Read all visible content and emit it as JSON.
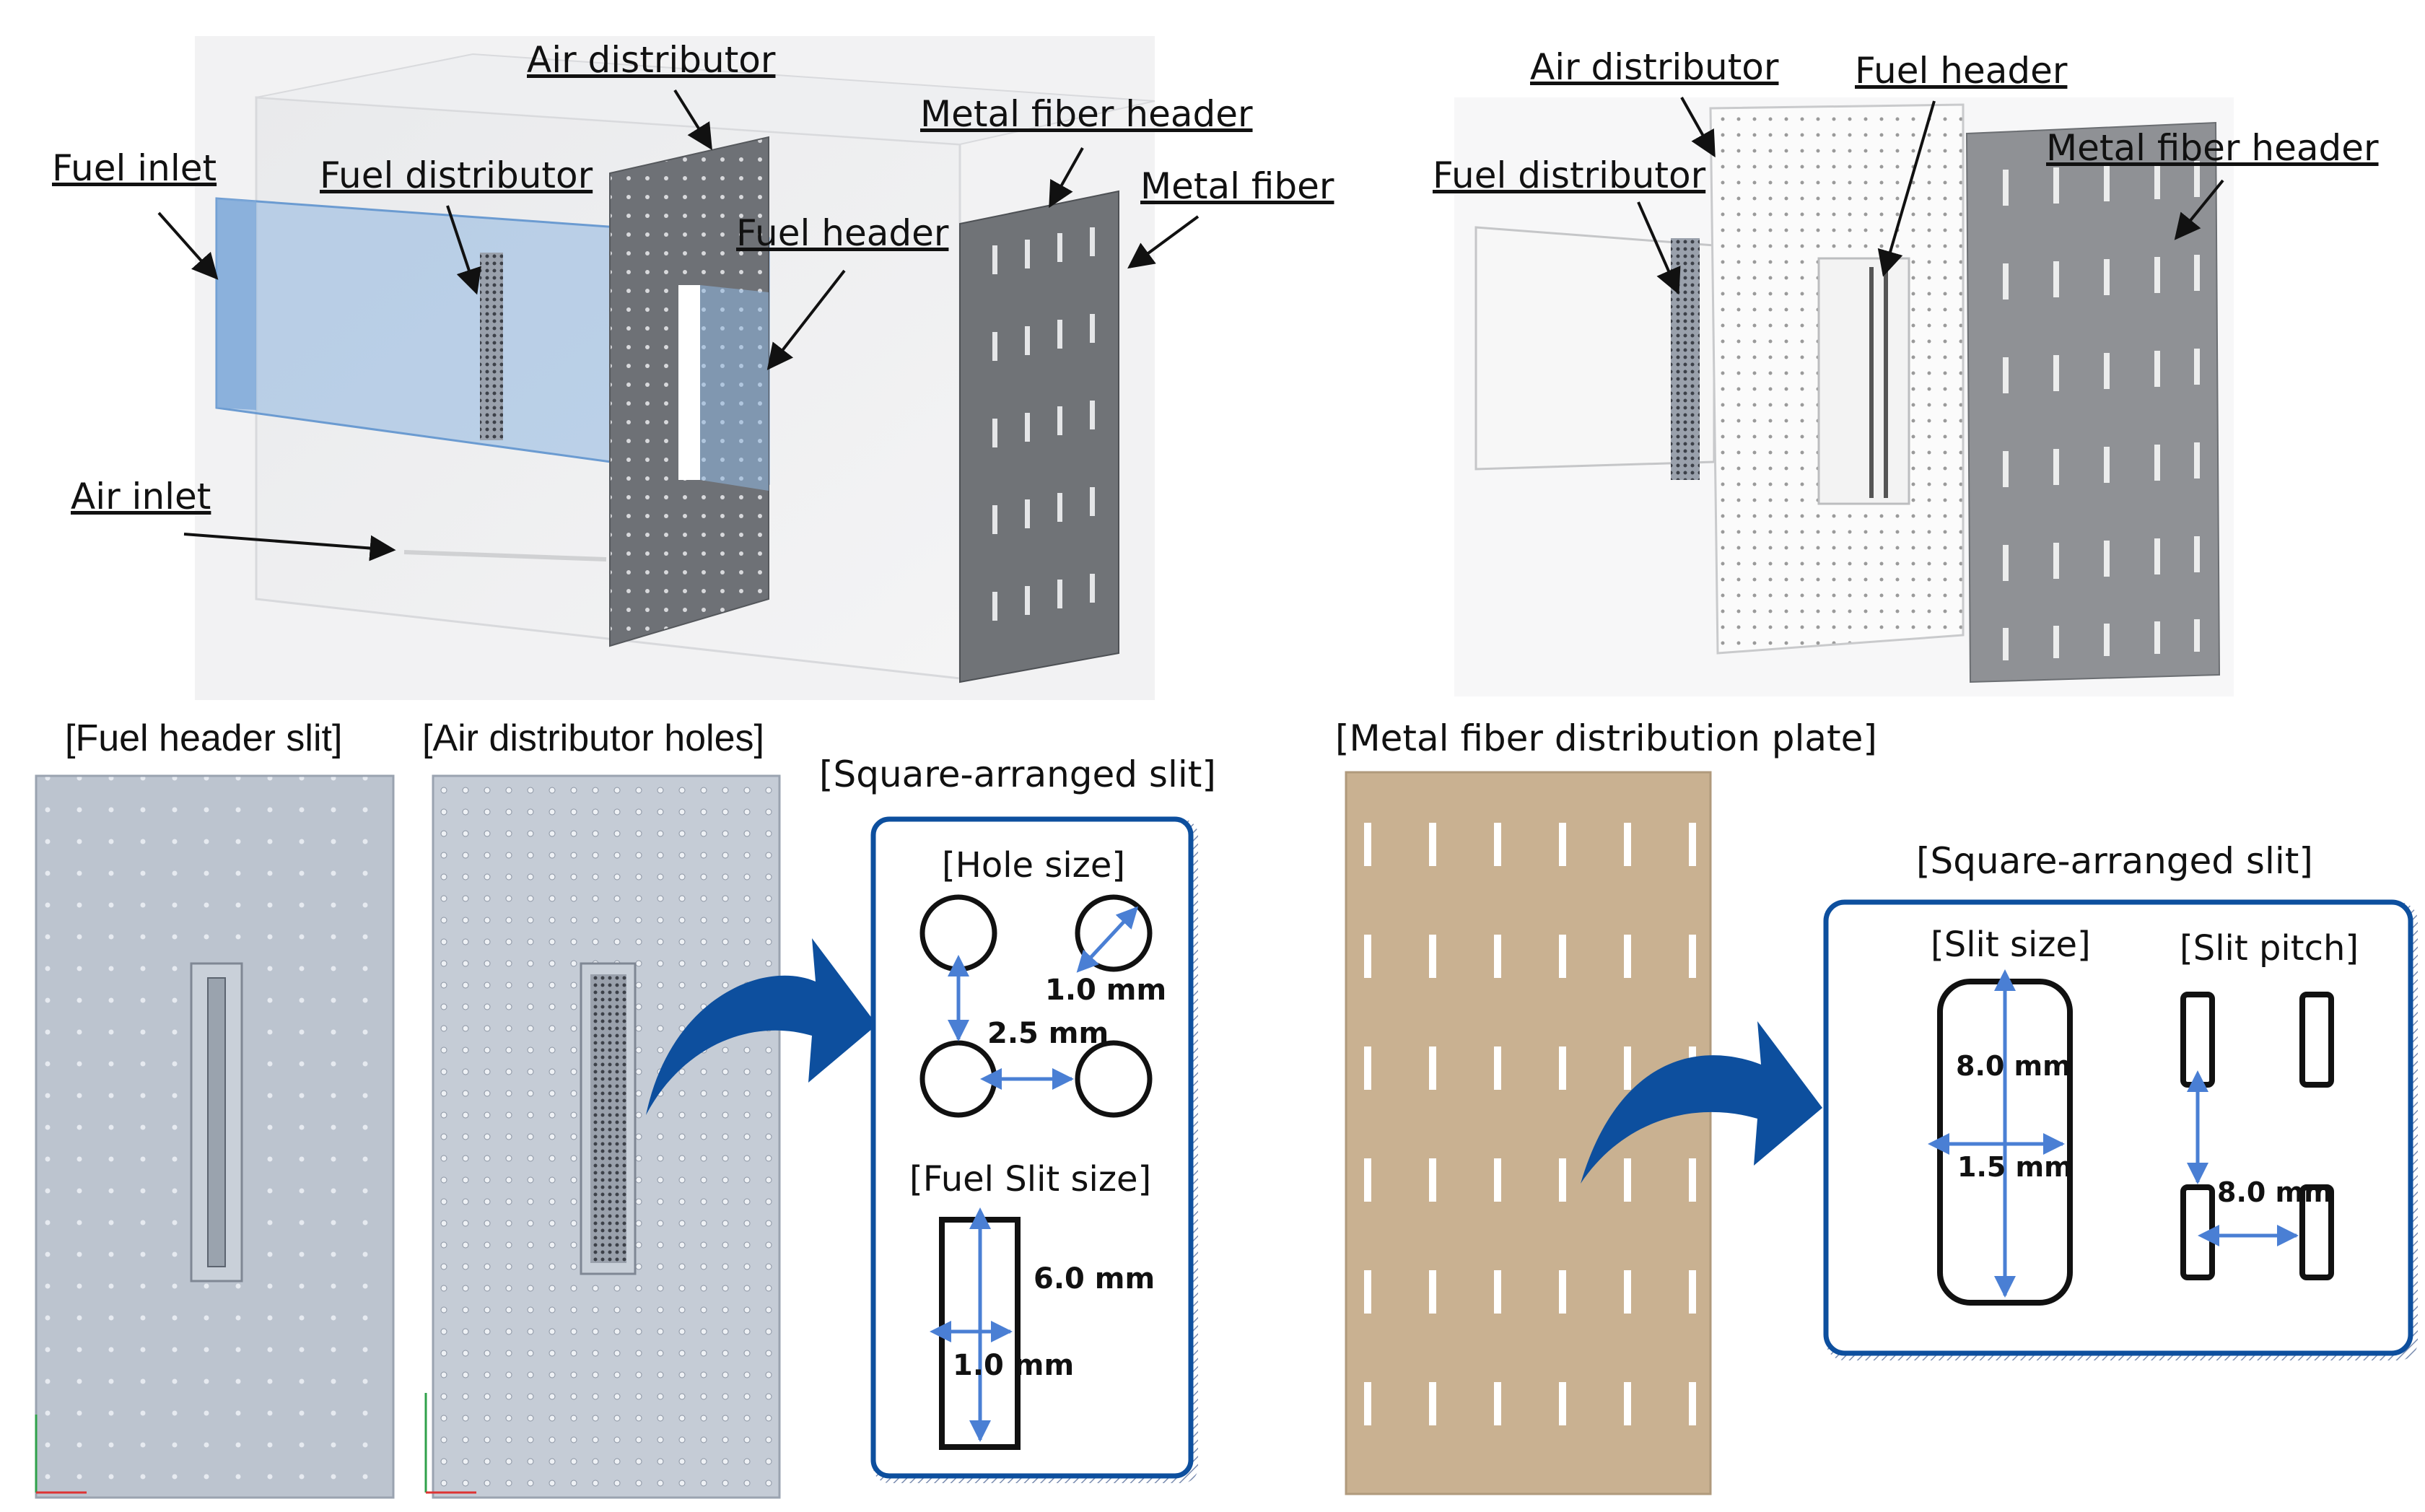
{
  "top_left": {
    "labels": {
      "fuel_inlet": "Fuel inlet",
      "fuel_distributor": "Fuel distributor",
      "air_distributor": "Air distributor",
      "metal_fiber_header": "Metal fiber header",
      "metal_fiber": "Metal fiber",
      "fuel_header": "Fuel header",
      "air_inlet": "Air inlet"
    }
  },
  "top_right": {
    "labels": {
      "air_distributor": "Air distributor",
      "fuel_header": "Fuel header",
      "fuel_distributor": "Fuel distributor",
      "metal_fiber_header": "Metal fiber header"
    }
  },
  "bottom_left": {
    "fuel_header_slit_title": "[Fuel header slit]",
    "air_distributor_holes_title": "[Air distributor holes]",
    "square_arranged_slit_title": "[Square-arranged slit]",
    "hole_size_title": "[Hole  size]",
    "hole_diameter": "1.0 mm",
    "hole_pitch": "2.5 mm",
    "fuel_slit_size_title": "[Fuel Slit size]",
    "fuel_slit_length": "6.0 mm",
    "fuel_slit_width": "1.0 mm"
  },
  "bottom_right": {
    "metal_fiber_plate_title": "[Metal fiber distribution plate]",
    "square_arranged_slit_title": "[Square-arranged slit]",
    "slit_size_title": "[Slit size]",
    "slit_pitch_title": "[Slit  pitch]",
    "slit_length": "8.0 mm",
    "slit_width": "1.5 mm",
    "slit_pitch": "8.0 mm"
  },
  "colors": {
    "arrow_blue": "#0d4f9e",
    "dim_blue": "#4a7fd4",
    "plate_gray": "#707377",
    "fiber_tan": "#c9b191",
    "panel_gray": "#bcc4cf",
    "fuel_blue": "#8fb6e0"
  }
}
